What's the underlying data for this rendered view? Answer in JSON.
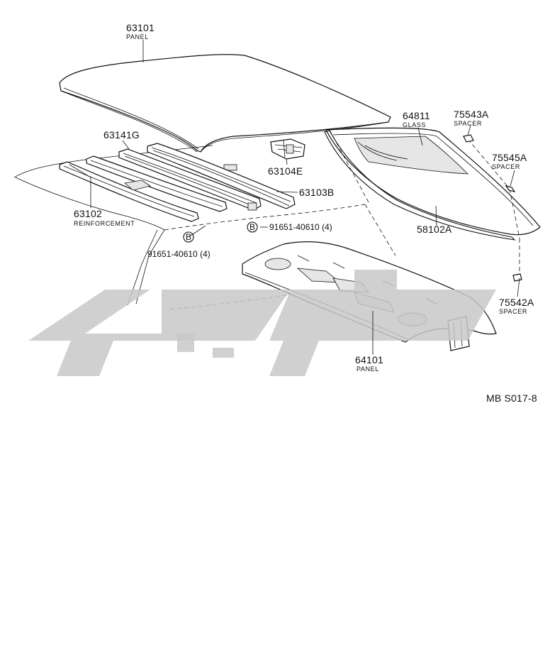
{
  "parts": [
    {
      "id": "roof-panel",
      "number": "63101",
      "name": "PANEL"
    },
    {
      "id": "roof-glass",
      "number": "64811",
      "name": "GLASS"
    },
    {
      "id": "spacer-75543a",
      "number": "75543A",
      "name": "SPACER"
    },
    {
      "id": "spacer-75545a",
      "number": "75545A",
      "name": "SPACER"
    },
    {
      "id": "reinforcement-63141g",
      "number": "63141G",
      "name": ""
    },
    {
      "id": "bracket-63104e",
      "number": "63104E",
      "name": ""
    },
    {
      "id": "reinforcement-63103b",
      "number": "63103B",
      "name": ""
    },
    {
      "id": "reinforcement-63102",
      "number": "63102",
      "name": "REINFORCEMENT"
    },
    {
      "id": "weatherstrip-58102a",
      "number": "58102A",
      "name": ""
    },
    {
      "id": "bolt-right",
      "number": "91651-40610 (4)",
      "name": ""
    },
    {
      "id": "bolt-left",
      "number": "91651-40610 (4)",
      "name": ""
    },
    {
      "id": "spacer-75542a",
      "number": "75542A",
      "name": "SPACER"
    },
    {
      "id": "package-tray-panel",
      "number": "64101",
      "name": "PANEL"
    }
  ],
  "callout_marker": "B",
  "diagram_code": "MB S017-8",
  "watermark_icon": "brand-logo-watermark"
}
